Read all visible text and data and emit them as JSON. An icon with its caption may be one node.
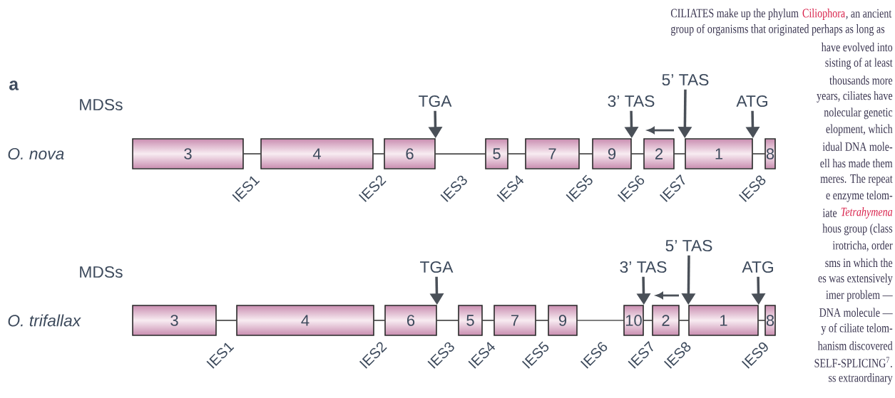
{
  "diagram": {
    "nodes": [
      {
        "text": [
          "TGA"
        ]
      },
      {
        "text": [
          "3’ TAS"
        ]
      },
      {
        "text": [
          "5’ TAS"
        ]
      },
      {
        "text": [
          "ATG"
        ]
      },
      {
        "text": [
          "3"
        ]
      },
      {
        "text": [
          "4"
        ]
      },
      {
        "text": [
          "6"
        ]
      },
      {
        "text": [
          "5"
        ]
      },
      {
        "text": [
          "7"
        ]
      },
      {
        "text": [
          "9"
        ]
      },
      {
        "text": [
          "2"
        ]
      },
      {
        "text": [
          "1"
        ]
      },
      {
        "text": [
          "8"
        ]
      },
      {
        "text": [
          "TGA"
        ]
      },
      {
        "text": [
          "3’ TAS"
        ]
      },
      {
        "text": [
          "5’ TAS"
        ]
      },
      {
        "text": [
          "ATG"
        ]
      },
      {
        "text": [
          "3"
        ]
      },
      {
        "text": [
          "4"
        ]
      },
      {
        "text": [
          "6"
        ]
      },
      {
        "text": [
          "5"
        ]
      },
      {
        "text": [
          "7"
        ]
      },
      {
        "text": [
          "9"
        ]
      },
      {
        "text": [
          "10"
        ]
      },
      {
        "text": [
          "2"
        ]
      },
      {
        "text": [
          "1"
        ]
      },
      {
        "text": [
          "8"
        ]
      }
    ],
    "edges": [
      {
        "from": 0,
        "to": 6,
        "arrow": "to",
        "style": "thick",
        "color": "#4a5058"
      },
      {
        "from": 1,
        "to": 9,
        "arrow": "to",
        "style": "thick",
        "color": "#4a5058"
      },
      {
        "from": 2,
        "to": 11,
        "arrow": "to",
        "style": "thick",
        "color": "#4a5058"
      },
      {
        "from": 3,
        "to": 11,
        "arrow": "to",
        "style": "thick",
        "color": "#4a5058"
      },
      {
        "from": 4,
        "to": 5,
        "arrow": "none",
        "label": "IES1"
      },
      {
        "from": 5,
        "to": 6,
        "arrow": "none",
        "label": "IES2"
      },
      {
        "from": 6,
        "to": 7,
        "arrow": "none",
        "label": "IES3"
      },
      {
        "from": 7,
        "to": 8,
        "arrow": "none",
        "label": "IES4"
      },
      {
        "from": 8,
        "to": 9,
        "arrow": "none",
        "label": "IES5"
      },
      {
        "from": 9,
        "to": 10,
        "arrow": "none",
        "label": "IES6"
      },
      {
        "from": 10,
        "to": 11,
        "arrow": "none",
        "label": "IES7"
      },
      {
        "from": 11,
        "to": 12,
        "arrow": "none",
        "label": "IES8"
      },
      {
        "from": 13,
        "to": 19,
        "arrow": "to",
        "style": "thick",
        "color": "#4a5058"
      },
      {
        "from": 14,
        "to": 23,
        "arrow": "to",
        "style": "thick",
        "color": "#4a5058"
      },
      {
        "from": 15,
        "to": 25,
        "arrow": "to",
        "style": "thick",
        "color": "#4a5058"
      },
      {
        "from": 16,
        "to": 25,
        "arrow": "to",
        "style": "thick",
        "color": "#4a5058"
      },
      {
        "from": 17,
        "to": 18,
        "arrow": "none",
        "label": "IES1"
      },
      {
        "from": 18,
        "to": 19,
        "arrow": "none",
        "label": "IES2"
      },
      {
        "from": 19,
        "to": 20,
        "arrow": "none",
        "label": "IES3"
      },
      {
        "from": 20,
        "to": 21,
        "arrow": "none",
        "label": "IES4"
      },
      {
        "from": 21,
        "to": 22,
        "arrow": "none",
        "label": "IES5"
      },
      {
        "from": 22,
        "to": 23,
        "arrow": "none",
        "label": "IES6"
      },
      {
        "from": 23,
        "to": 24,
        "arrow": "none",
        "label": "IES7"
      },
      {
        "from": 24,
        "to": 25,
        "arrow": "none",
        "label": "IES8"
      },
      {
        "from": 25,
        "to": 26,
        "arrow": "none",
        "label": "IES9"
      }
    ],
    "labels": [
      "a",
      "MDSs",
      "O. nova",
      "MDSs",
      "O. trifallax",
      "CILIATES make up the phylum",
      "Ciliophora",
      ", an ancient",
      "group of organisms that originated perhaps as long as",
      "have evolved into",
      "sisting of at least",
      "thousands more",
      "years, ciliates have",
      "nolecular genetic",
      "elopment, which",
      "idual DNA mole-",
      "ell has made them",
      "meres. The repeat",
      "e enzyme telom-",
      "iate",
      "Tetrahymena",
      "hous group (class",
      "irotricha, order",
      "sms in which the",
      "es was extensively",
      "imer problem —",
      "DNA molecule —",
      "y of ciliate telom-",
      "hanism discovered",
      "SELF-SPLICING$^{7}$.",
      "ss extraordinary"
    ]
  }
}
